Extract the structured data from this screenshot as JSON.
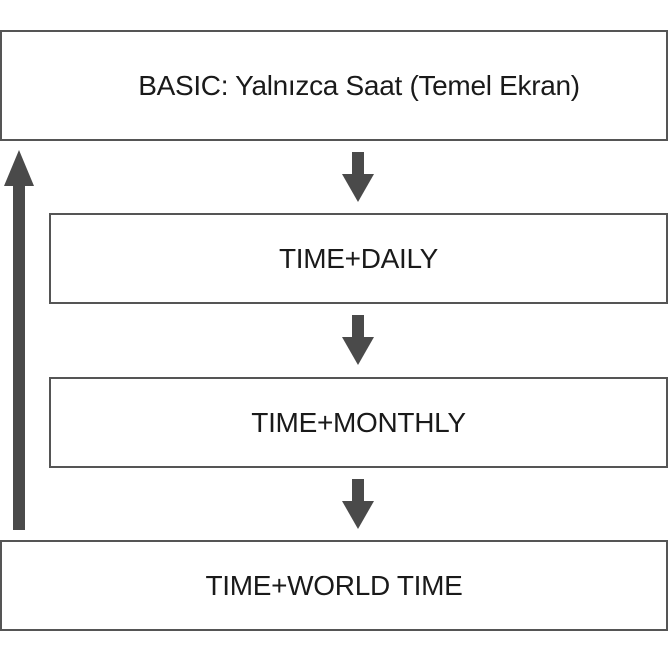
{
  "steps": [
    {
      "label": "BASIC: Yalnızca Saat (Temel Ekran)"
    },
    {
      "label": "TIME+DAILY"
    },
    {
      "label": "TIME+MONTHLY"
    },
    {
      "label": "TIME+WORLD TIME"
    }
  ],
  "colors": {
    "arrow": "#4a4a4a",
    "border": "#555555",
    "text": "#1a1a1a"
  }
}
